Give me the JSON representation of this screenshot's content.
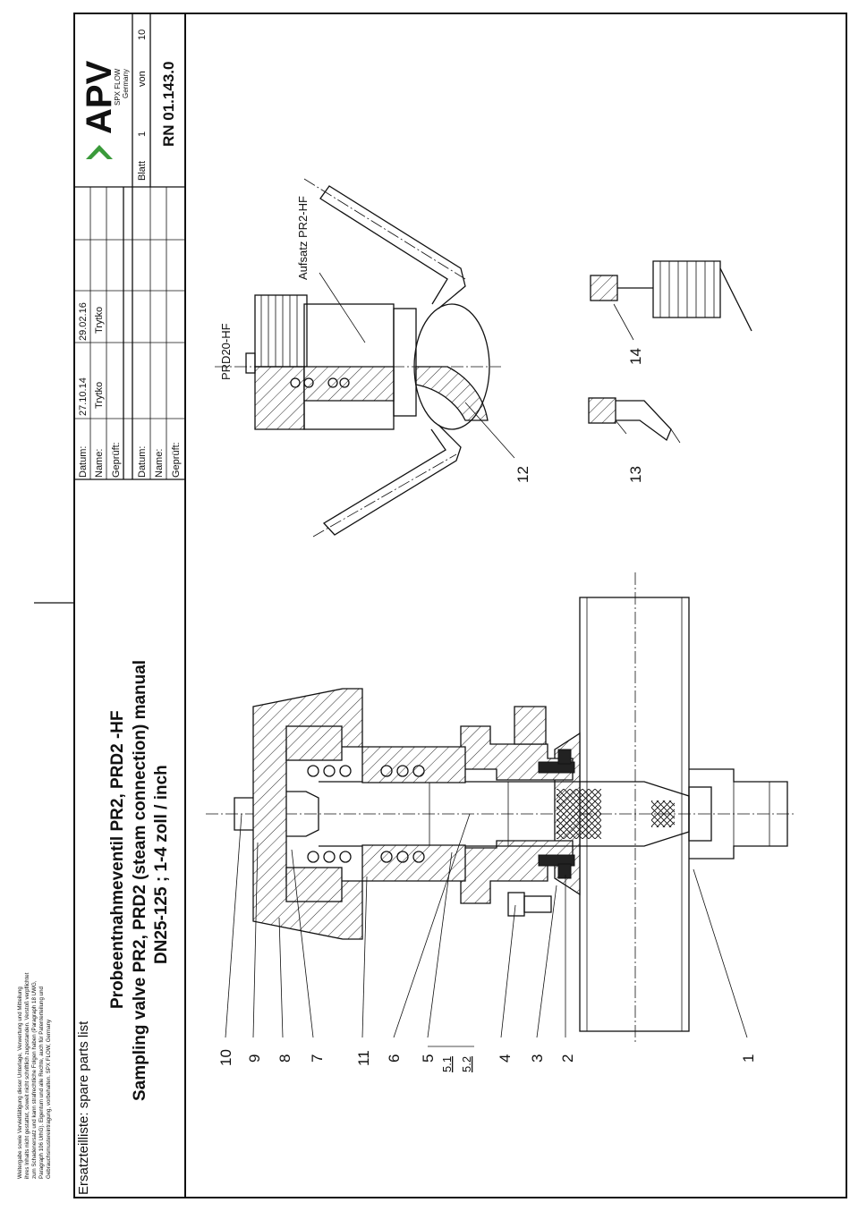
{
  "notice": {
    "lines": [
      "Weitergabe sowie Vervielfältigung dieser Unterlage, Verwertung und Mitteilung",
      "ihres Inhalts nicht gestattet, soweit nicht schriftlich zugestanden. Verstoß verpflichtet",
      "zum Schadenersatz und kann strafrechtliche Folgen haben (Paragraph 18 UWG,",
      "Paragraph 106 UrhG). Eigentum und alle Rechte, auch für Patenterteilung und",
      "Gebrauchsmustereintragung, vorbehalten. SPX FLOW, Germany"
    ]
  },
  "header": {
    "doc_type": "Ersatzteilliste: spare parts list",
    "title_de": "Probeentnahmeventil PR2, PRD2 -HF",
    "title_en": "Sampling valve PR2, PRD2 (steam connection) manual",
    "size_range": "DN25-125 ; 1-4 zoll / inch"
  },
  "revision_block": {
    "upper": {
      "date_label": "Datum:",
      "name_label": "Name:",
      "checked_label": "Geprüft:",
      "entries": [
        {
          "date": "27.10.14",
          "name": "Trytko"
        },
        {
          "date": "29.02.16",
          "name": "Trytko"
        }
      ]
    },
    "lower": {
      "date_label": "Datum:",
      "name_label": "Name:",
      "checked_label": "Geprüft:"
    }
  },
  "brand": {
    "logo_text": "APV",
    "sub1": "SPX FLOW",
    "sub2": "Germany",
    "accent_color": "#3a9a3a"
  },
  "sheet": {
    "blatt_label": "Blatt",
    "blatt_number": "1",
    "von_label": "von",
    "total": "10"
  },
  "drawing_number": "RN 01.143.0",
  "callouts": [
    "10",
    "9",
    "8",
    "7",
    "11",
    "6",
    "5",
    "5.1",
    "5.2",
    "4",
    "3",
    "2",
    "1",
    "12",
    "13",
    "14"
  ],
  "view_labels": {
    "prd20": "PRD20-HF",
    "aufsatz": "Aufsatz PR2-HF"
  }
}
